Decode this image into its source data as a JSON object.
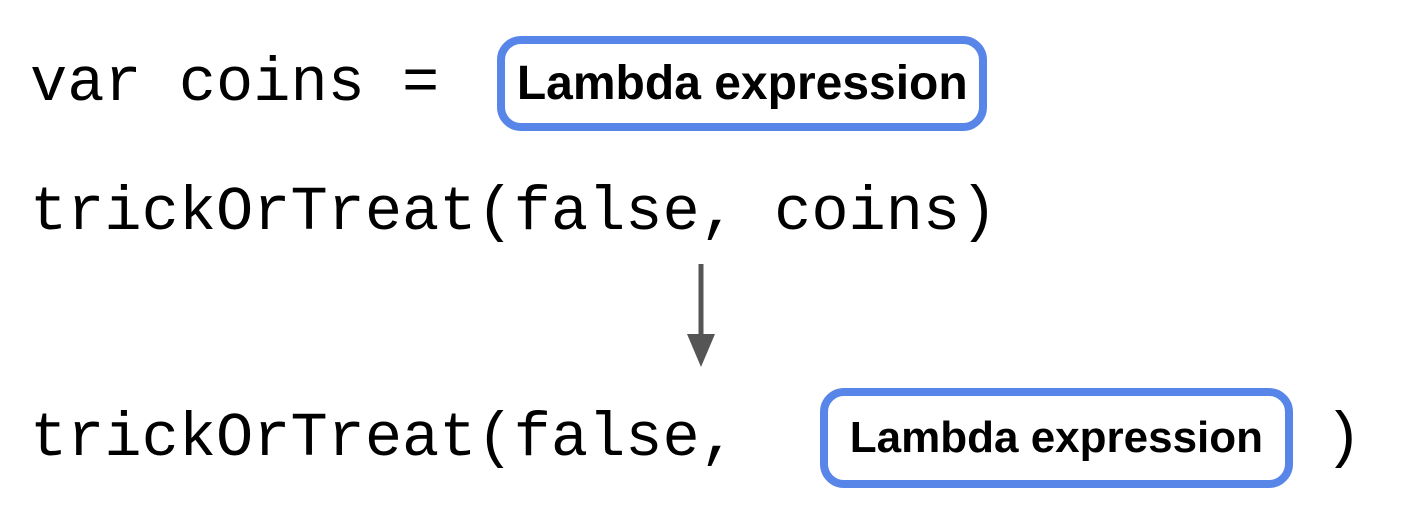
{
  "diagram": {
    "assignment_line": {
      "code": "var coins =",
      "box_label": "Lambda expression"
    },
    "call_with_variable_line": {
      "code": "trickOrTreat(false, coins)"
    },
    "transformation_arrow": "down-arrow",
    "call_with_lambda_line": {
      "code_before": "trickOrTreat(false,",
      "box_label": "Lambda expression",
      "code_after": ")"
    }
  },
  "colors": {
    "box_border": "#5885E8",
    "arrow": "#555555",
    "code_text": "#000000",
    "label_text": "#000000",
    "background": "#FFFFFF"
  }
}
